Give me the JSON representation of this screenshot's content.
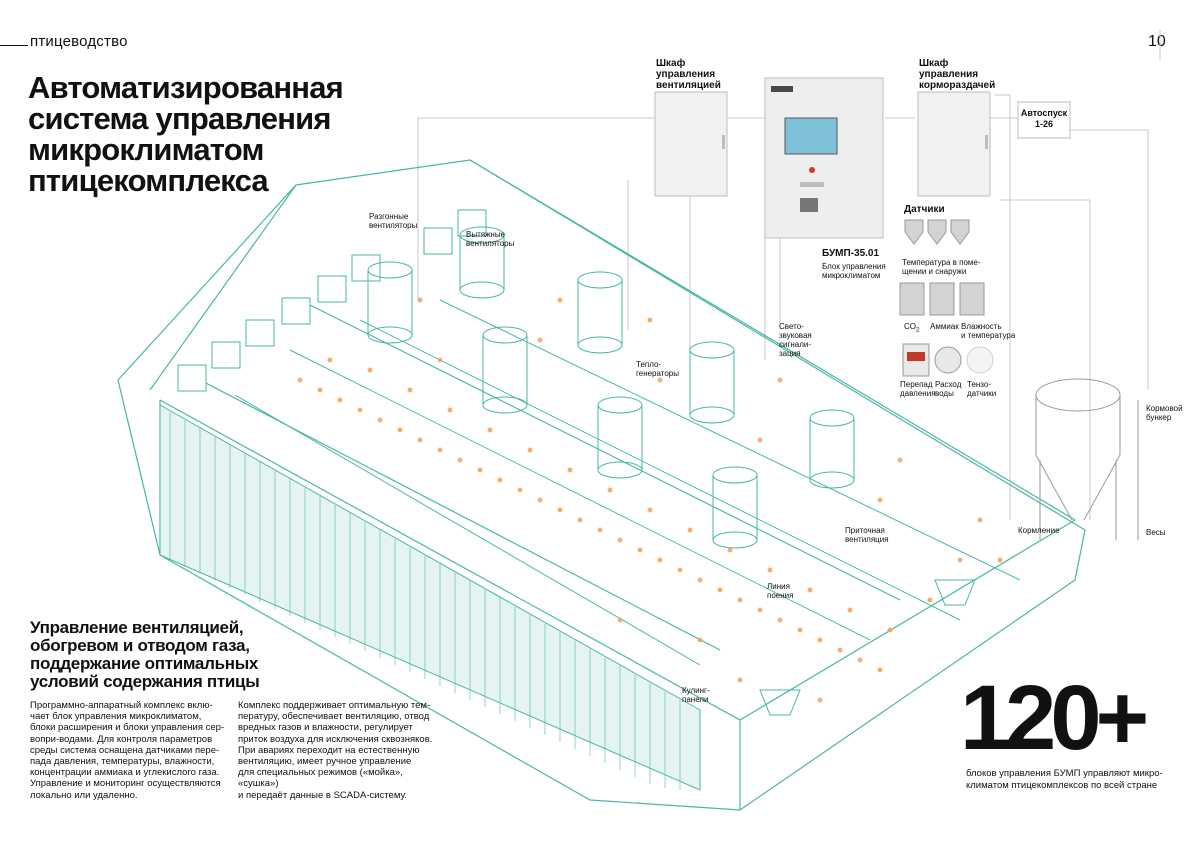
{
  "header": {
    "section": "птицеводство",
    "page_number": "10"
  },
  "title": "Автоматизированная система управления микроклиматом птицекомплекса",
  "title_lines": [
    "Автоматизированная",
    "система управления",
    "микроклиматом",
    "птицекомплекса"
  ],
  "cabinets": {
    "ventilation": [
      "Шкаф",
      "управления",
      "вентиляцией"
    ],
    "feeding": [
      "Шкаф",
      "управления",
      "кормораздачей"
    ],
    "autostart": [
      "Автоспуск",
      "1-26"
    ],
    "bump_name": "БУМП-35.01",
    "bump_desc": [
      "Блок управления",
      "микроклиматом"
    ]
  },
  "sensors": {
    "title": "Датчики",
    "temperature": [
      "Температура в поме-",
      "щении и снаружи"
    ],
    "co2": "CO",
    "co2_sub": "2",
    "ammonia": "Аммиак",
    "humidity": [
      "Влажность",
      "и температура"
    ],
    "pressure": [
      "Перепад",
      "давления"
    ],
    "water": [
      "Расход",
      "воды"
    ],
    "tenzo": [
      "Тензо-",
      "датчики"
    ]
  },
  "diagram_labels": {
    "booster_fans": [
      "Разгонные",
      "вентиляторы"
    ],
    "exhaust_fans": [
      "Вытяжные",
      "вентиляторы"
    ],
    "heat_generators": [
      "Тепло-",
      "генераторы"
    ],
    "light_sound": [
      "Свето-",
      "звуковая",
      "сигнали-",
      "зация"
    ],
    "supply_vent": [
      "Приточная",
      "вентиляция"
    ],
    "feeding": "Кормление",
    "drinking_line": [
      "Линия",
      "поения"
    ],
    "cooling_panels": [
      "Кулинг-",
      "панели"
    ],
    "feed_bunker": [
      "Кормовой",
      "бункер"
    ],
    "scales": "Весы"
  },
  "subheading": [
    "Управление вентиляцией,",
    "обогревом и отводом газа,",
    "поддержание оптимальных",
    "условий содержания птицы"
  ],
  "body_col1": [
    "Программно-аппаратный комплекс вклю-",
    "чает блок управления микроклиматом,",
    "блоки расширения и блоки управления сер-",
    "вопри-водами. Для контроля параметров",
    "среды система оснащена датчиками пере-",
    "пада давления, температуры, влажности,",
    "концентрации аммиака и углекислого газа.",
    "Управление и мониторинг осуществляются",
    "локально или удаленно."
  ],
  "body_col2": [
    "Комплекс поддерживает оптимальную тем-",
    "пературу, обеспечивает вентиляцию, отвод",
    "вредных газов и влажности, регулирует",
    "приток воздуха для исключения сквозняков.",
    "При авариях переходит на естественную",
    "вентиляцию, имеет ручное управление",
    "для специальных режимов («мойка», «сушка»)",
    "и передаёт данные в SCADA-систему."
  ],
  "stat": {
    "number": "120+",
    "caption": [
      "блоков управления БУМП управляют микро-",
      "климатом птицекомплексов по всей стране"
    ]
  },
  "colors": {
    "outline": "#49b6a8",
    "birds": "#f0a35a",
    "line": "#bfbfbf",
    "accent_red": "#d23a2a"
  }
}
